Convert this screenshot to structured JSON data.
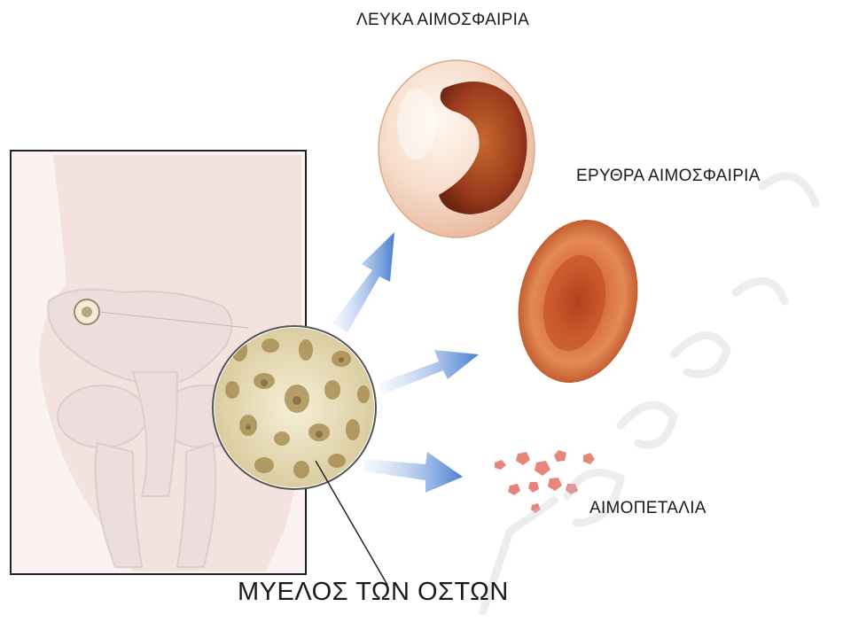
{
  "labels": {
    "white_cells": "ΛΕΥΚΑ ΑΙΜΟΣΦΑΙΡΙΑ",
    "red_cells": "ΕΡΥΘΡΑ ΑΙΜΟΣΦΑΙΡΙΑ",
    "platelets": "ΑΙΜΟΠΕΤΑΛΙΑ",
    "bone_marrow": "ΜΥΕΛΟΣ ΤΩΝ ΟΣΤΩΝ"
  },
  "colors": {
    "arrow_blue": "#5b8fd6",
    "rbc_red": "#c8542a",
    "wbc_shell": "#f4d9c7",
    "wbc_nucleus": "#a8421e",
    "platelet": "#e8857a",
    "marrow_bone": "#efe6c6",
    "marrow_pore": "#a08448"
  }
}
